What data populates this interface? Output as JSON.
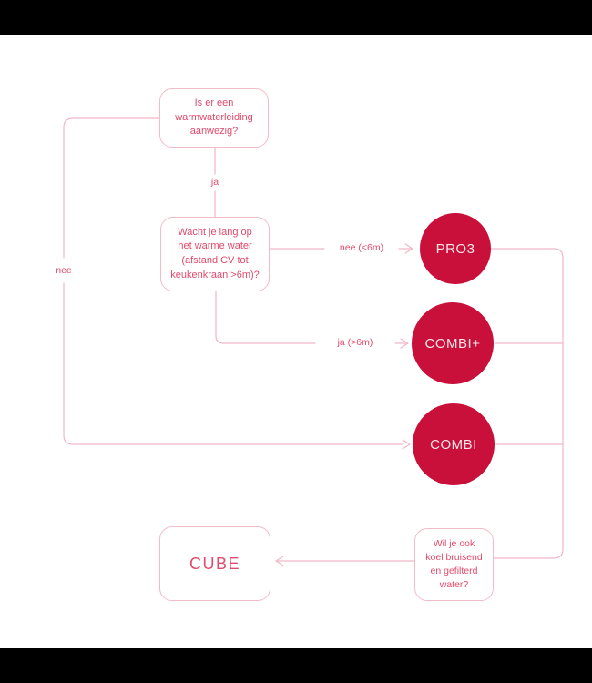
{
  "page": {
    "background_color": "#ffffff",
    "top_bar_color": "#000000",
    "bottom_bar_color": "#000000"
  },
  "colors": {
    "brand_red": "#C8103A",
    "line_pink": "#F1B7C6",
    "box_border_pink": "#F3BBC8",
    "text_pink": "#E14A6B",
    "circle_text": "#F9E4E9"
  },
  "diagram": {
    "type": "decision-flowchart",
    "questions": {
      "q1": {
        "lines": [
          "Is er een",
          "warmwaterleiding",
          "aanwezig?"
        ]
      },
      "q2": {
        "lines": [
          "Wacht je lang op",
          "het warme water",
          "(afstand CV tot",
          "keukenkraan >6m)?"
        ]
      },
      "q3": {
        "lines": [
          "Wil je ook",
          "koel bruisend",
          "en gefilterd",
          "water?"
        ]
      }
    },
    "products": {
      "pro3": "PRO3",
      "combiplus": "COMBI+",
      "combi": "COMBI",
      "cube": "CUBE"
    },
    "edge_labels": {
      "ja": "ja",
      "nee": "nee",
      "nee_lt6m": "nee (<6m)",
      "ja_gt6m": "ja (>6m)"
    },
    "edges": [
      {
        "from": "q1",
        "to": "q2",
        "label": "ja"
      },
      {
        "from": "q1",
        "to": "combi",
        "label": "nee"
      },
      {
        "from": "q2",
        "to": "pro3",
        "label": "nee (<6m)"
      },
      {
        "from": "q2",
        "to": "combiplus",
        "label": "ja (>6m)"
      },
      {
        "from": "pro3",
        "to": "q3",
        "label": ""
      },
      {
        "from": "combiplus",
        "to": "q3",
        "label": ""
      },
      {
        "from": "combi",
        "to": "q3",
        "label": ""
      },
      {
        "from": "q3",
        "to": "cube",
        "label": ""
      }
    ]
  }
}
